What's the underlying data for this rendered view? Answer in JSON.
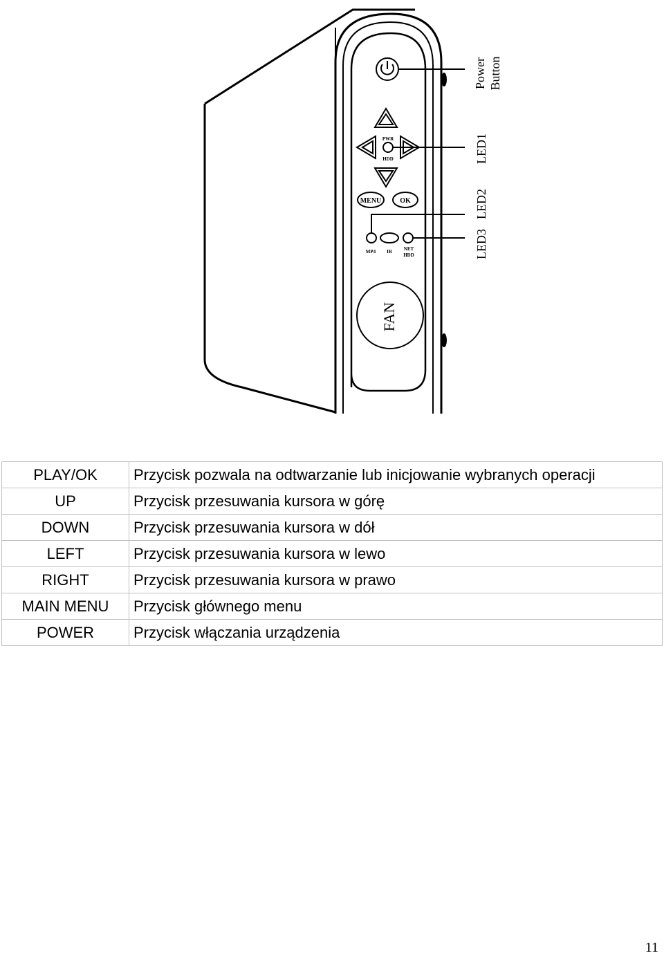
{
  "figure": {
    "callouts": {
      "power_button": [
        "Power",
        "Button"
      ],
      "led1": "LED1",
      "led2": "LED2",
      "led3": "LED3"
    },
    "panel_labels": {
      "pwr": "PWR",
      "hdd": "HDD",
      "menu": "MENU",
      "ok": "OK",
      "mp4": "MP4",
      "ir": "IR",
      "net_hdd": [
        "NET",
        "HDD"
      ],
      "fan": "FAN"
    }
  },
  "table": {
    "rows": [
      {
        "key": "PLAY/OK",
        "desc": "Przycisk pozwala na odtwarzanie lub inicjowanie wybranych operacji"
      },
      {
        "key": "UP",
        "desc": "Przycisk przesuwania kursora w górę"
      },
      {
        "key": "DOWN",
        "desc": "Przycisk przesuwania kursora w dół"
      },
      {
        "key": "LEFT",
        "desc": "Przycisk przesuwania kursora w lewo"
      },
      {
        "key": "RIGHT",
        "desc": "Przycisk przesuwania kursora w prawo"
      },
      {
        "key": "MAIN MENU",
        "desc": "Przycisk głównego menu"
      },
      {
        "key": "POWER",
        "desc": "Przycisk włączania urządzenia"
      }
    ]
  },
  "page_number": "11"
}
